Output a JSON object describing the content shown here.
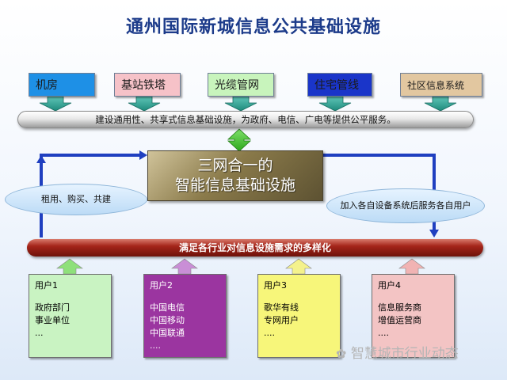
{
  "title": "通州国际新城信息公共基础设施",
  "top_boxes": [
    {
      "label": "机房",
      "color": "#1e90e6"
    },
    {
      "label": "基站铁塔",
      "color": "#f6c2c8"
    },
    {
      "label": "光缆管网",
      "color": "#c8f4bc"
    },
    {
      "label": "住宅管线",
      "color": "#1a35c9"
    },
    {
      "label": "社区信息系统",
      "color": "#e2c7a0"
    }
  ],
  "bar_top": "建设通用性、共享式信息基础设施，为政府、电信、广电等提供公平服务。",
  "center": {
    "line1": "三网合一的",
    "line2": "智能信息基础设施"
  },
  "ellipse_left": "租用、购买、共建",
  "ellipse_right": "加入各自设备系统后服务各自用户",
  "bar_bottom": "满足各行业对信息设施需求的多样化",
  "users": [
    {
      "title": "用户1",
      "lines": [
        "政府部门",
        "事业单位",
        "..."
      ],
      "color": "#c9f3c2",
      "arrow_color": "#8ee07a"
    },
    {
      "title": "用户2",
      "lines": [
        "中国电信",
        "中国移动",
        "中国联通",
        "...."
      ],
      "color": "#9b35a0",
      "arrow_color": "#c98ed6"
    },
    {
      "title": "用户3",
      "lines": [
        "歌华有线",
        "专网用户",
        "...."
      ],
      "color": "#f7f67a",
      "arrow_color": "#f4f28c"
    },
    {
      "title": "用户4",
      "lines": [
        "信息服务商",
        "增值运营商",
        "...."
      ],
      "color": "#f3c4c4",
      "arrow_color": "#f1b3b3"
    }
  ],
  "watermark": "智慧城市行业动态"
}
